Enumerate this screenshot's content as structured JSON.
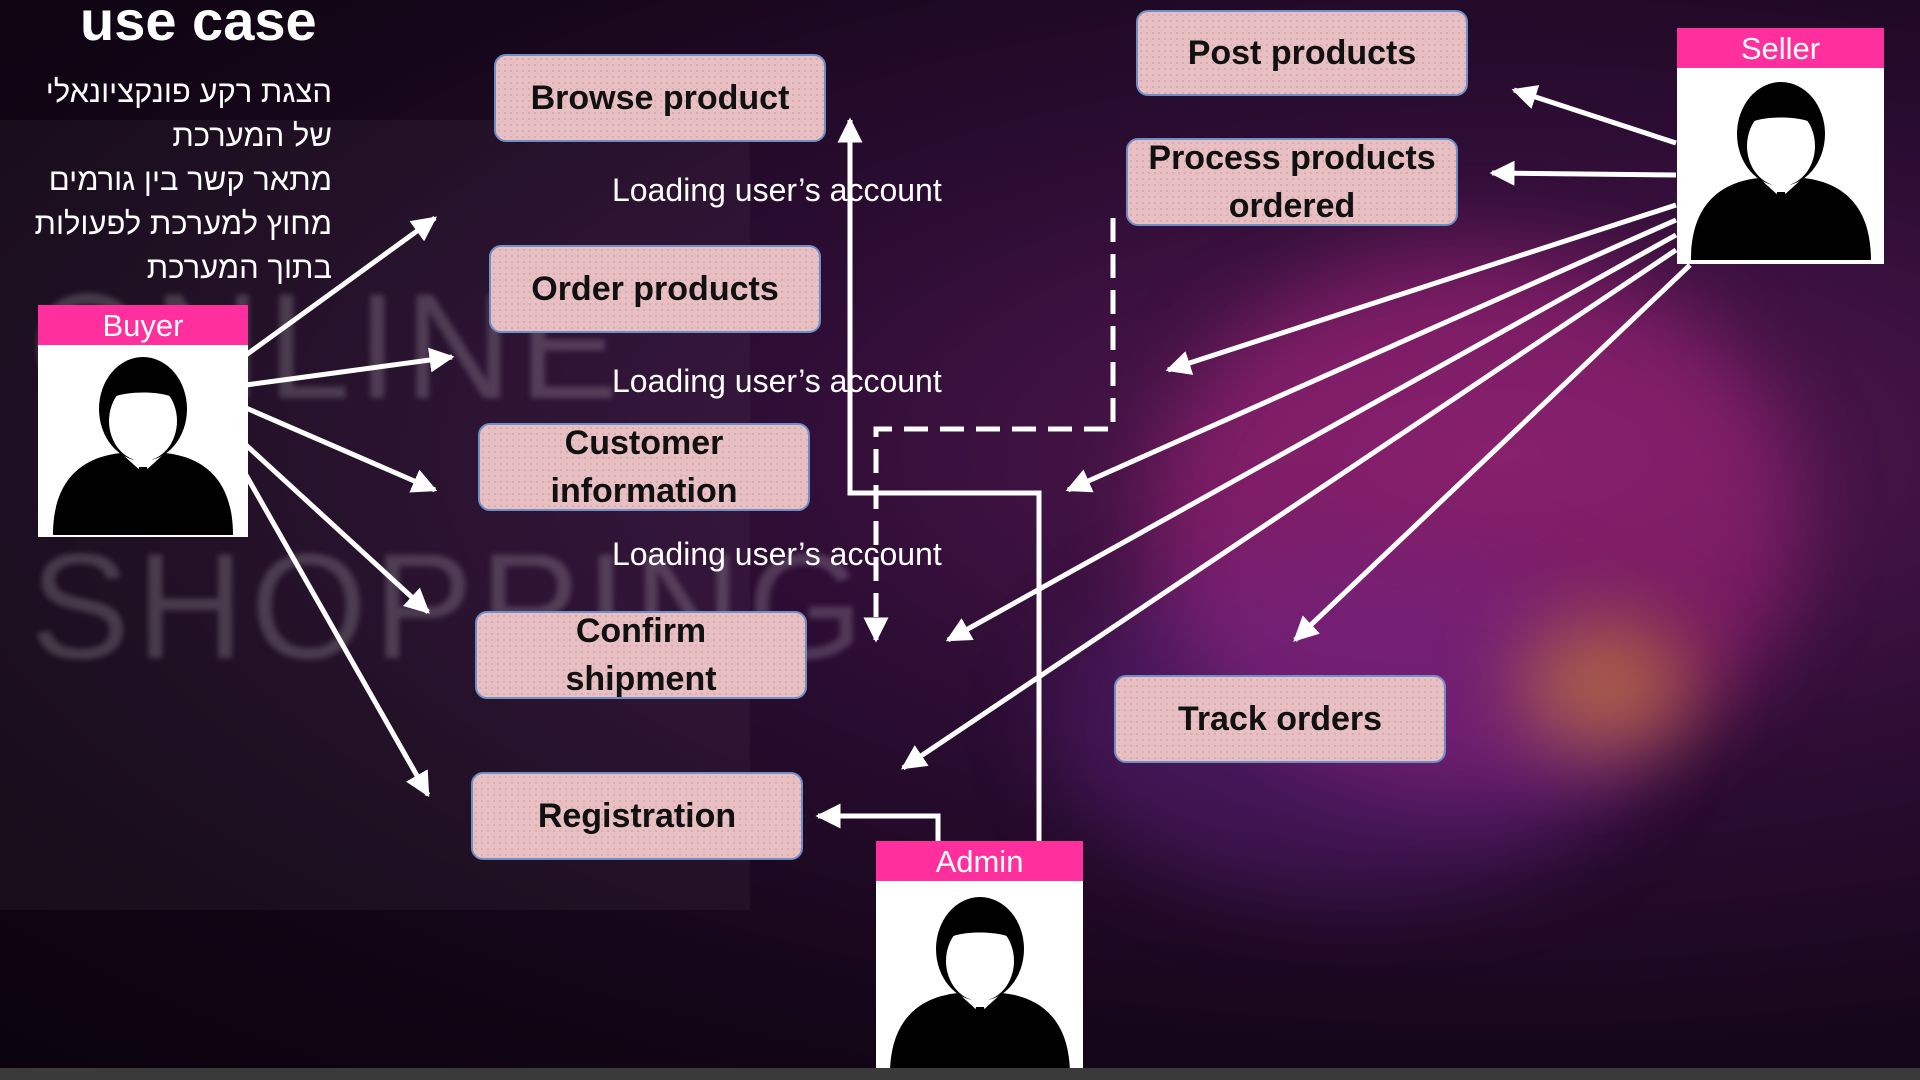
{
  "title": "use case",
  "description_lines": [
    "הצגת רקע פונקציונאלי",
    "של המערכת",
    "מתאר קשר בין גורמים",
    "מחוץ למערכת לפעולות",
    "בתוך המערכת"
  ],
  "background_text": [
    "ONLINE",
    "SHOPPING"
  ],
  "actors": {
    "buyer": "Buyer",
    "seller": "Seller",
    "admin": "Admin"
  },
  "use_cases": {
    "browse_product": "Browse product",
    "order_products": "Order products",
    "customer_information": "Customer information",
    "confirm_shipment": "Confirm shipment",
    "registration": "Registration",
    "post_products": "Post products",
    "process_products_ordered": "Process products ordered",
    "track_orders": "Track orders"
  },
  "loading_labels": [
    "Loading user’s account",
    "Loading user’s account",
    "Loading user’s account"
  ],
  "colors": {
    "usecase_fill": "#e8bfc3",
    "usecase_border": "#6d8fc6",
    "actor_label": "#ff2f9d",
    "arrow": "#ffffff"
  }
}
